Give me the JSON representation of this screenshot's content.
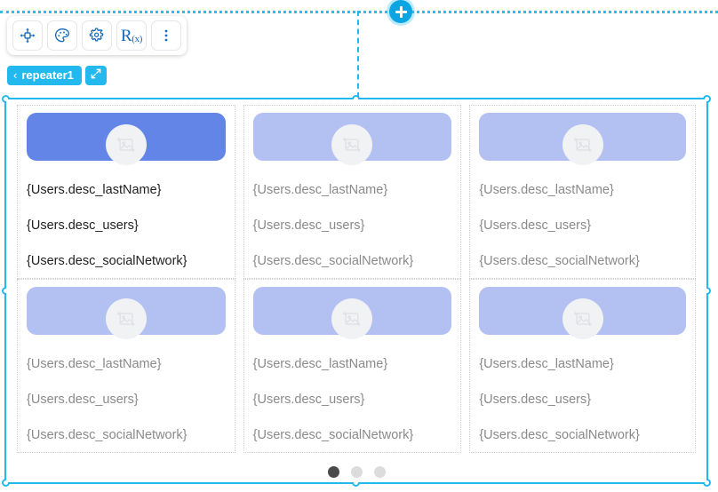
{
  "canvas": {
    "add_button_icon": "plus-icon",
    "guide_color": "#23b9ef"
  },
  "toolbar": {
    "buttons": [
      {
        "name": "move-resize-button",
        "icon": "move-arrows-icon",
        "label": ""
      },
      {
        "name": "style-button",
        "icon": "palette-icon",
        "label": ""
      },
      {
        "name": "settings-button",
        "icon": "gear-sparkle-icon",
        "label": ""
      },
      {
        "name": "formula-button",
        "icon": "rx-formula-icon",
        "label": "R",
        "sub": "(x)"
      },
      {
        "name": "more-options-button",
        "icon": "kebab-menu-icon",
        "label": ""
      }
    ]
  },
  "component_badge": {
    "chevron": "‹",
    "name": "repeater1",
    "resize_icon": "diagonal-resize-icon"
  },
  "repeater": {
    "columns": 3,
    "rows": 2,
    "cards": [
      {
        "active": true,
        "banner_color": "#6385e8",
        "avatar_icon": "image-placeholder-icon",
        "fields": [
          "{Users.desc_lastName}",
          "{Users.desc_users}",
          "{Users.desc_socialNetwork}"
        ]
      },
      {
        "active": false,
        "banner_color": "#b2c0f2",
        "avatar_icon": "image-placeholder-icon",
        "fields": [
          "{Users.desc_lastName}",
          "{Users.desc_users}",
          "{Users.desc_socialNetwork}"
        ]
      },
      {
        "active": false,
        "banner_color": "#b2c0f2",
        "avatar_icon": "image-placeholder-icon",
        "fields": [
          "{Users.desc_lastName}",
          "{Users.desc_users}",
          "{Users.desc_socialNetwork}"
        ]
      },
      {
        "active": false,
        "banner_color": "#b2c0f2",
        "avatar_icon": "image-placeholder-icon",
        "fields": [
          "{Users.desc_lastName}",
          "{Users.desc_users}",
          "{Users.desc_socialNetwork}"
        ]
      },
      {
        "active": false,
        "banner_color": "#b2c0f2",
        "avatar_icon": "image-placeholder-icon",
        "fields": [
          "{Users.desc_lastName}",
          "{Users.desc_users}",
          "{Users.desc_socialNetwork}"
        ]
      },
      {
        "active": false,
        "banner_color": "#b2c0f2",
        "avatar_icon": "image-placeholder-icon",
        "fields": [
          "{Users.desc_lastName}",
          "{Users.desc_users}",
          "{Users.desc_socialNetwork}"
        ]
      }
    ],
    "pagination": {
      "total": 3,
      "active_index": 0
    }
  }
}
